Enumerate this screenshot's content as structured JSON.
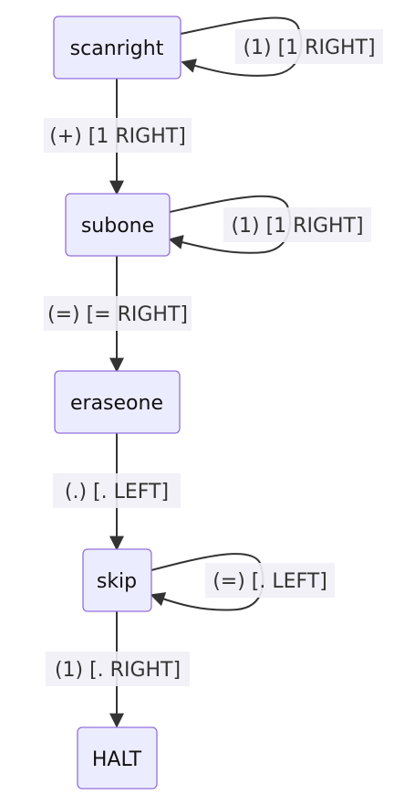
{
  "diagram": {
    "nodes": {
      "scanright": "scanright",
      "subone": "subone",
      "eraseone": "eraseone",
      "skip": "skip",
      "halt": "HALT"
    },
    "edges": {
      "scanright_loop": "(1) [1 RIGHT]",
      "scanright_to_subone": "(+) [1 RIGHT]",
      "subone_loop": "(1) [1 RIGHT]",
      "subone_to_eraseone": "(=) [= RIGHT]",
      "eraseone_to_skip": "(.) [. LEFT]",
      "skip_loop": "(=) [. LEFT]",
      "skip_to_halt": "(1) [. RIGHT]"
    }
  }
}
